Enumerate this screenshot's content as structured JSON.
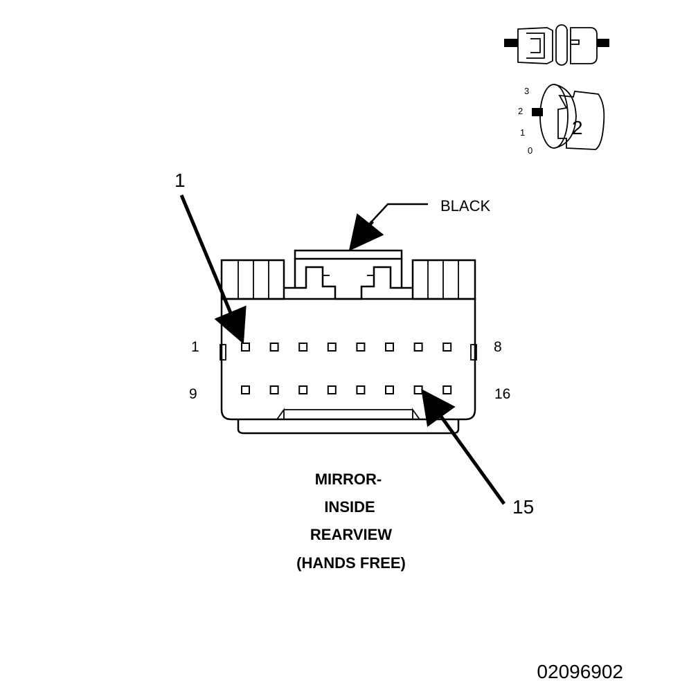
{
  "color_label": "BLACK",
  "callouts": {
    "first": "1",
    "second": "15"
  },
  "pin_numbers": {
    "top_left": "1",
    "top_right": "8",
    "bottom_left": "9",
    "bottom_right": "16"
  },
  "title_lines": [
    "MIRROR-",
    "INSIDE",
    "REARVIEW",
    "(HANDS FREE)"
  ],
  "rotation_scale": {
    "labels": [
      "3",
      "2",
      "1",
      "0"
    ],
    "selected": "2"
  },
  "figure_id": "02096902",
  "connector": {
    "cavities_per_row": 8,
    "rows": 2
  },
  "colors": {
    "ink": "#000000",
    "background": "#ffffff"
  }
}
